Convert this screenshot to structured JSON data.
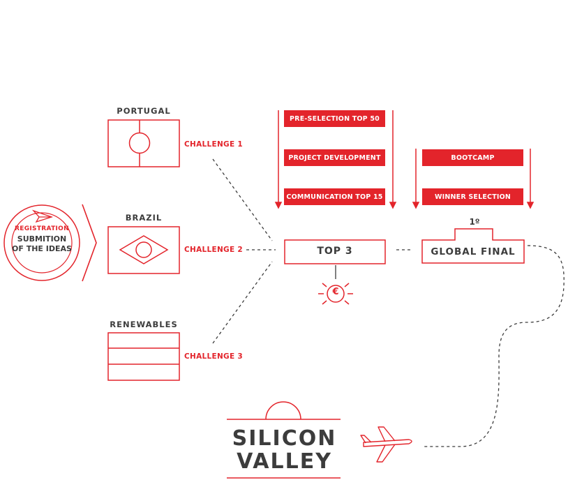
{
  "colors": {
    "accent": "#e3242b",
    "ink": "#3c3c3c"
  },
  "registration": {
    "small_label": "REGISTRATION",
    "line1": "SUBMITION",
    "line2": "OF THE IDEAS",
    "icon": "paper-plane-icon"
  },
  "categories": [
    {
      "label": "PORTUGAL",
      "challenge": "CHALLENGE 1",
      "icon": "portugal-flag-icon"
    },
    {
      "label": "BRAZIL",
      "challenge": "CHALLENGE 2",
      "icon": "brazil-flag-icon"
    },
    {
      "label": "RENEWABLES",
      "challenge": "CHALLENGE 3",
      "icon": "renewables-stripes-icon"
    }
  ],
  "phase1": {
    "steps": [
      "PRE-SELECTION TOP 50",
      "PROJECT DEVELOPMENT",
      "COMMUNICATION TOP 15"
    ]
  },
  "top3": {
    "label": "TOP 3",
    "prize_icon": "euro-coin-icon",
    "currency_symbol": "€"
  },
  "phase2": {
    "steps": [
      "BOOTCAMP",
      "WINNER SELECTION"
    ]
  },
  "final": {
    "label": "GLOBAL FINAL",
    "podium_label": "1º",
    "icon": "podium-icon"
  },
  "destination": {
    "line1": "SILICON",
    "line2": "VALLEY",
    "icon": "airplane-icon"
  }
}
